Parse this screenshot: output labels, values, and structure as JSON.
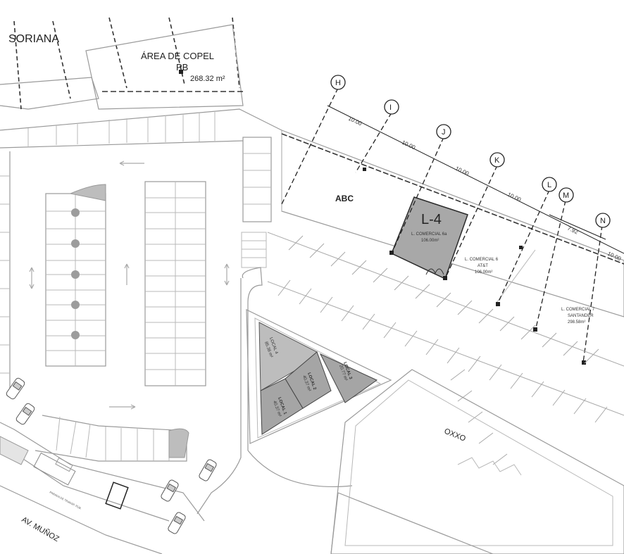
{
  "plan": {
    "labels": {
      "soriana": "SORIANA",
      "area_copel": "ÁREA DE COPEL",
      "area_copel_sub": "PB",
      "area_copel_area": "268.32 m²",
      "abc": "ABC",
      "l4": "L-4",
      "l_comercial_6a": "L. COMERCIAL 6a",
      "l_comercial_6a_area": "106.00m²",
      "l_comercial_6": "L. COMERCIAL 6",
      "l_comercial_6_tenant": "AT&T",
      "l_comercial_6_area": "106.00m²",
      "l_comercial_7": "L. COMERCIAL 7",
      "l_comercial_7_tenant": "SANTANDER",
      "l_comercial_7_area": "298.58m²",
      "local4": "LOCAL 4",
      "local4_area": "85.38 m²",
      "local1": "LOCAL 1",
      "local1_area": "40.37 m²",
      "local2": "LOCAL 2",
      "local2_area": "40.37 m²",
      "local3": "LOCAL 3",
      "local3_area": "20.77 m²",
      "oxxo": "OXXO",
      "street": "AV. MUÑOZ",
      "transfer_road": "PARADA DE TRANSP. PÚB."
    },
    "grid_axes": [
      "H",
      "I",
      "J",
      "K",
      "L",
      "M",
      "N"
    ],
    "grid_dimensions": [
      "10.00",
      "10.00",
      "10.00",
      "10.00",
      "7.92",
      "10.00"
    ],
    "colors": {
      "highlight_fill": "#a8a8a8",
      "highlight_stroke": "#2a2a2a",
      "line": "#9a9a9a",
      "background": "#ffffff"
    }
  }
}
